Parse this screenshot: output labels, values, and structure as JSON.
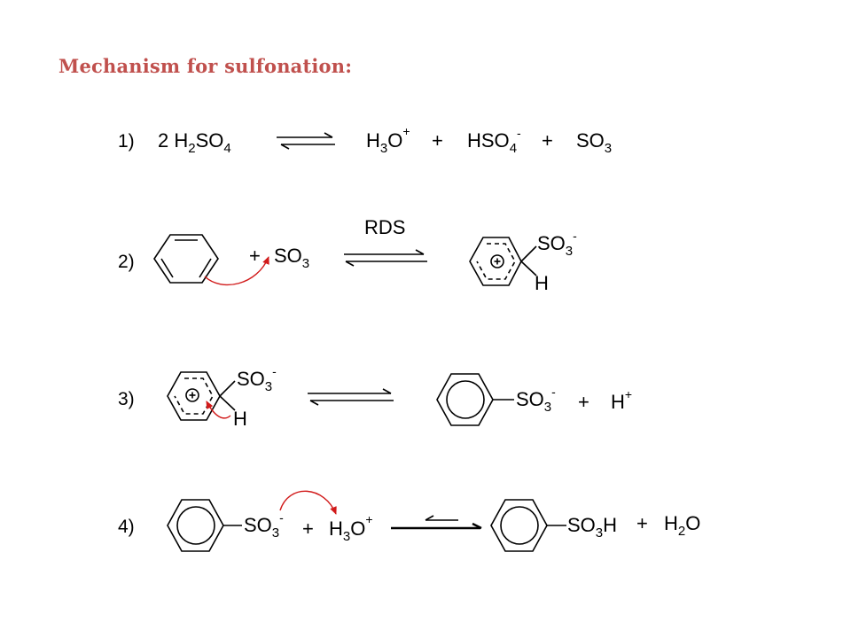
{
  "title": "Mechanism for sulfonation:",
  "steps": {
    "s1": {
      "number": "1)",
      "reactant": {
        "coef": "2 ",
        "a": "H",
        "a_sub": "2",
        "b": "SO",
        "b_sub": "4"
      },
      "p1": {
        "a": "H",
        "a_sub": "3",
        "b": "O",
        "sup": "+"
      },
      "p2": {
        "a": "HSO",
        "a_sub": "4",
        "sup": "-"
      },
      "p3": {
        "a": "SO",
        "a_sub": "3"
      },
      "plus": "+"
    },
    "s2": {
      "number": "2)",
      "reagent": {
        "a": "SO",
        "a_sub": "3"
      },
      "arrow_label": "RDS",
      "prod_sub": {
        "a": "SO",
        "a_sub": "3",
        "sup": "-"
      },
      "prod_h": "H",
      "charge": "+",
      "plus": "+"
    },
    "s3": {
      "number": "3)",
      "sub": {
        "a": "SO",
        "a_sub": "3",
        "sup": "-"
      },
      "h": "H",
      "charge": "+",
      "prod_sub": {
        "a": "SO",
        "a_sub": "3",
        "sup": "-"
      },
      "p2": {
        "a": "H",
        "sup": "+"
      },
      "plus": "+"
    },
    "s4": {
      "number": "4)",
      "sub": {
        "a": "SO",
        "a_sub": "3",
        "sup": "-"
      },
      "reagent": {
        "a": "H",
        "a_sub": "3",
        "b": "O",
        "sup": "+"
      },
      "prod_sub": {
        "a": "SO",
        "a_sub": "3",
        "b": "H"
      },
      "p2": {
        "a": "H",
        "a_sub": "2",
        "b": "O"
      },
      "plus": "+"
    }
  },
  "colors": {
    "title": "#c0504d",
    "curly_arrow": "#d11a1a"
  }
}
